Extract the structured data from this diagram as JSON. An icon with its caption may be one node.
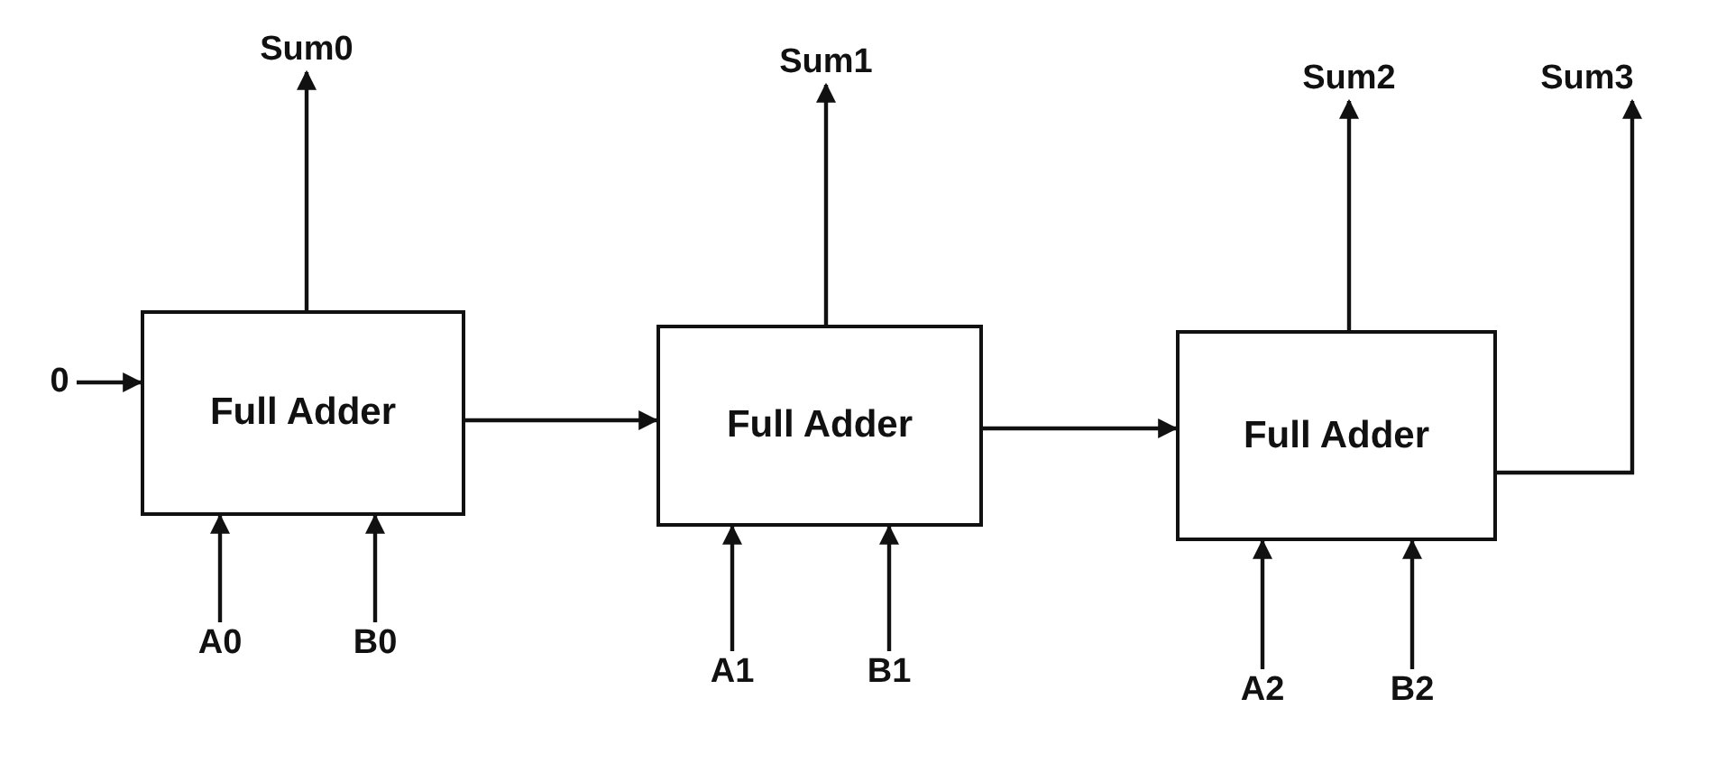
{
  "diagram": {
    "nodes": [
      {
        "text": [
          "Full Adder"
        ]
      },
      {
        "text": [
          "Full Adder"
        ]
      },
      {
        "text": [
          "Full Adder"
        ]
      },
      {
        "text": [
          "Sum0"
        ]
      },
      {
        "text": [
          "Sum1"
        ]
      },
      {
        "text": [
          "Sum2"
        ]
      },
      {
        "text": [
          "Sum3"
        ]
      },
      {
        "text": [
          "0"
        ]
      },
      {
        "text": [
          "A0"
        ]
      },
      {
        "text": [
          "B0"
        ]
      },
      {
        "text": [
          "A1"
        ]
      },
      {
        "text": [
          "B1"
        ]
      },
      {
        "text": [
          "A2"
        ]
      },
      {
        "text": [
          "B2"
        ]
      }
    ],
    "edges": [
      {
        "from": 0,
        "to": 3,
        "arrow": "to"
      },
      {
        "from": 1,
        "to": 4,
        "arrow": "to"
      },
      {
        "from": 2,
        "to": 5,
        "arrow": "to"
      },
      {
        "from": 2,
        "to": 6,
        "arrow": "to"
      },
      {
        "from": 7,
        "to": 0,
        "arrow": "to"
      },
      {
        "from": 0,
        "to": 1,
        "arrow": "to"
      },
      {
        "from": 1,
        "to": 2,
        "arrow": "to"
      },
      {
        "from": 8,
        "to": 0,
        "arrow": "to"
      },
      {
        "from": 9,
        "to": 0,
        "arrow": "to"
      },
      {
        "from": 10,
        "to": 1,
        "arrow": "to"
      },
      {
        "from": 11,
        "to": 1,
        "arrow": "to"
      },
      {
        "from": 12,
        "to": 2,
        "arrow": "to"
      },
      {
        "from": 13,
        "to": 2,
        "arrow": "to"
      }
    ]
  }
}
